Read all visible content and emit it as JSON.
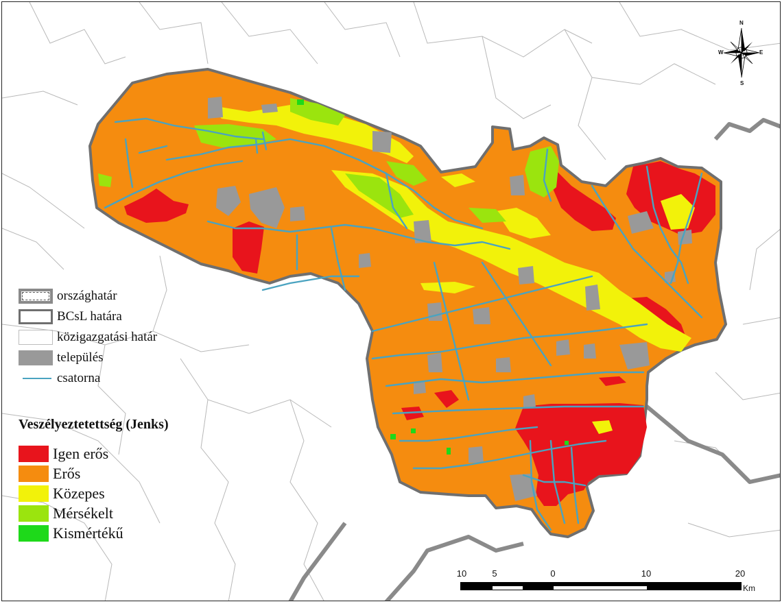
{
  "colors": {
    "igen_eros": "#e8141c",
    "eros": "#f58c0f",
    "kozepes": "#f2f20a",
    "mersekelt": "#9be40e",
    "kismerteku": "#1ed91a",
    "settlement": "#999999",
    "canal": "#4aa3c0",
    "border_country": "#8a8a8a",
    "border_bcsl": "#6f6f6f",
    "admin_border": "#b8b8b8"
  },
  "legend": {
    "boundaries": [
      {
        "label": "országhatár",
        "symbol": "country-border"
      },
      {
        "label": "BCsL határa",
        "symbol": "study-border"
      },
      {
        "label": "közigazgatási határ",
        "symbol": "admin-border"
      },
      {
        "label": "település",
        "symbol": "settlement"
      },
      {
        "label": "csatorna",
        "symbol": "canal"
      }
    ],
    "title": "Veszélyeztetettség (Jenks)",
    "classes": [
      {
        "label": "Igen erős",
        "color": "#e8141c"
      },
      {
        "label": "Erős",
        "color": "#f58c0f"
      },
      {
        "label": "Közepes",
        "color": "#f2f20a"
      },
      {
        "label": "Mérsékelt",
        "color": "#9be40e"
      },
      {
        "label": "Kismértékű",
        "color": "#1ed91a"
      }
    ]
  },
  "scalebar": {
    "ticks": [
      "10",
      "5",
      "0",
      "10",
      "20"
    ],
    "unit": "Km"
  },
  "compass": {
    "n": "N",
    "s": "S",
    "e": "E",
    "w": "W"
  }
}
